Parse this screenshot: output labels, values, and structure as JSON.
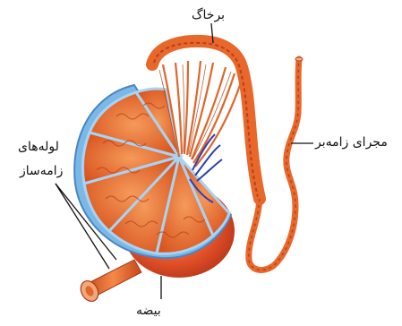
{
  "labels": {
    "epididymis": "برخاگ",
    "vas_deferens": "مجرای زامه‌بر",
    "seminiferous_tubules_line1": "لوله‌های",
    "seminiferous_tubules_line2": "زامه‌ساز",
    "testis": "بیضه"
  },
  "colors": {
    "tubule_orange": "#e8672a",
    "tubule_dark": "#b8401a",
    "capsule_blue": "#7ab8e8",
    "septa_blue": "#a9d3f2",
    "vessel_blue": "#2a3fb0",
    "testis_red": "#e8542a",
    "leader_line": "#111111"
  }
}
